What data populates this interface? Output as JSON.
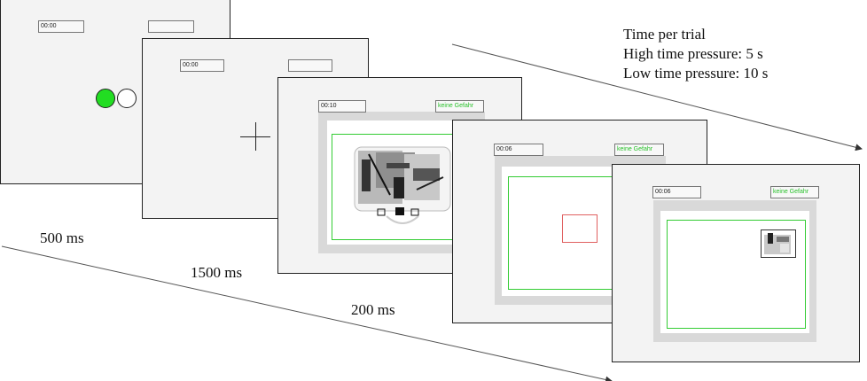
{
  "timing": {
    "fixation_dots": "500 ms",
    "fixation_cross": "1500 ms",
    "stimulus": "200 ms"
  },
  "time_info": {
    "heading": "Time per trial",
    "high": "High time pressure: 5 s",
    "low": "Low time pressure: 10 s"
  },
  "screens": {
    "screen1": {
      "timer": "00:00",
      "status": ""
    },
    "screen2": {
      "timer": "00:00",
      "status": ""
    },
    "screen3": {
      "timer": "00:10",
      "status": "keine Gefahr"
    },
    "screen4": {
      "timer": "00:06",
      "status": "keine Gefahr"
    },
    "screen5": {
      "timer": "00:06",
      "status": "keine Gefahr"
    }
  },
  "colors": {
    "go_dot": "#22dd22",
    "status_text": "#29c12b",
    "frame_green": "#33cc33",
    "selection_red": "#e06060"
  }
}
